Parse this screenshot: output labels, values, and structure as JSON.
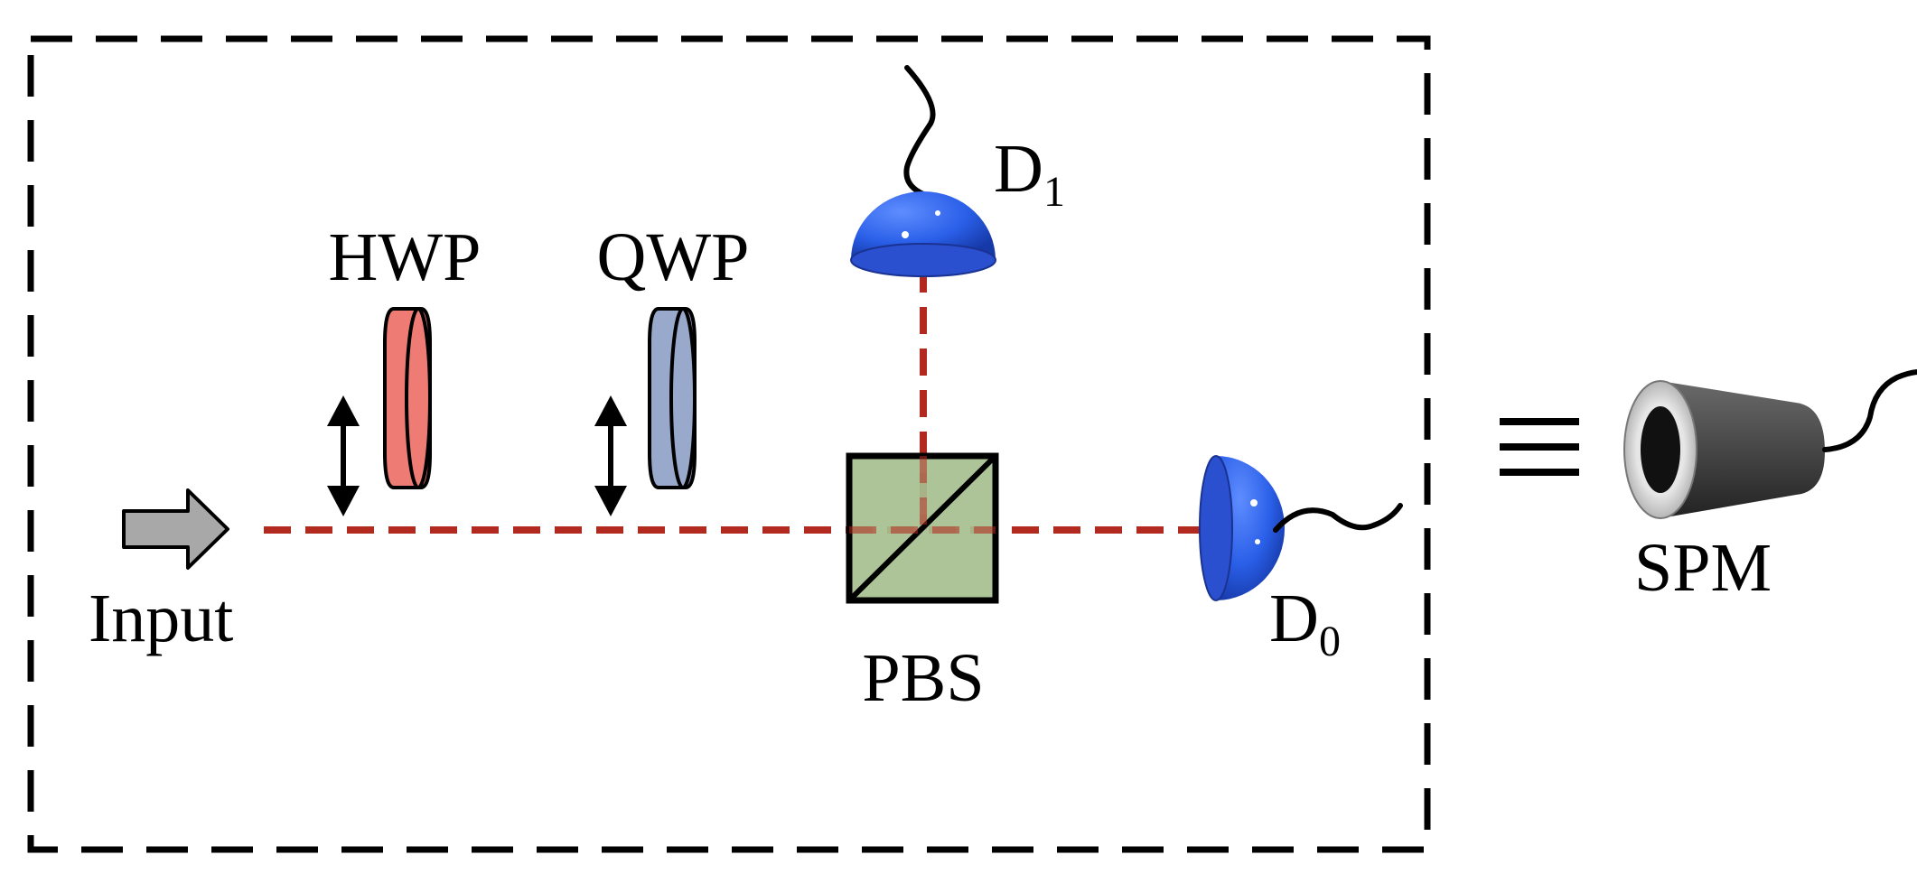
{
  "labels": {
    "input": "Input",
    "hwp": "HWP",
    "qwp": "QWP",
    "pbs": "PBS",
    "d1_main": "D",
    "d1_sub": "1",
    "d0_main": "D",
    "d0_sub": "0",
    "equivalence": "≡",
    "spm": "SPM"
  },
  "colors": {
    "beam": "#b22a1f",
    "hwp": "#ee7b74",
    "qwp": "#99a9cb",
    "pbs": "#a6bf8f",
    "detector": "#2a5fe8",
    "arrow": "#a8a8a8",
    "spm_body": "#4a4a4a",
    "frame": "#000000"
  }
}
